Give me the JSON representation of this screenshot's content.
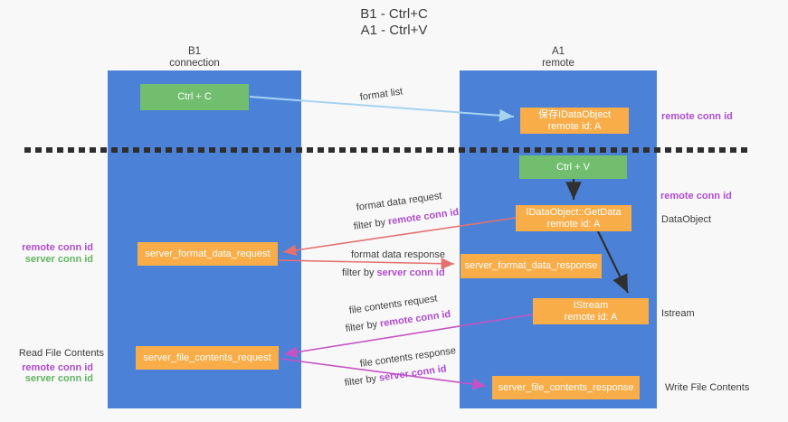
{
  "title": {
    "line1": "B1 - Ctrl+C",
    "line2": "A1 - Ctrl+V"
  },
  "lanes": {
    "left": {
      "title": "B1",
      "subtitle": "connection"
    },
    "right": {
      "title": "A1",
      "subtitle": "remote"
    }
  },
  "boxes": {
    "ctrl_c": {
      "label": "Ctrl + C"
    },
    "save_dataobject": {
      "line1": "保存IDataObject",
      "line2": "remote id: A"
    },
    "ctrl_v": {
      "label": "Ctrl + V"
    },
    "getdata": {
      "line1": "IDataObject::GetData",
      "line2": "remote id: A"
    },
    "format_request": {
      "label": "server_format_data_request"
    },
    "format_response": {
      "label": "server_format_data_response"
    },
    "istream": {
      "line1": "IStream",
      "line2": "remote id: A"
    },
    "file_request": {
      "label": "server_file_contents_request"
    },
    "file_response": {
      "label": "server_file_contents_response"
    }
  },
  "edge_labels": {
    "format_list": "format list",
    "filter_by": "filter by ",
    "remote_conn_id": "remote conn id",
    "server_conn_id": "server conn id",
    "format_data_request": "format data request",
    "format_data_response": "format data response",
    "file_contents_request": "file contents request",
    "file_contents_response": "file contents response"
  },
  "side_labels": {
    "remote_conn_id": "remote conn id",
    "server_conn_id": "server conn id",
    "dataobject": "DataObject",
    "istream": "Istream",
    "read_file_contents": "Read File Contents",
    "write_file_contents": "Write File Contents"
  },
  "colors": {
    "lane_blue": "#4b82d7",
    "box_green": "#71bf6e",
    "box_orange": "#f8ad49",
    "arrow_light_blue": "#a6d3f0",
    "arrow_red": "#e4716f",
    "arrow_magenta": "#c553c5",
    "arrow_black": "#303030",
    "label_purple": "#ae4ccd",
    "label_green": "#62b562"
  }
}
